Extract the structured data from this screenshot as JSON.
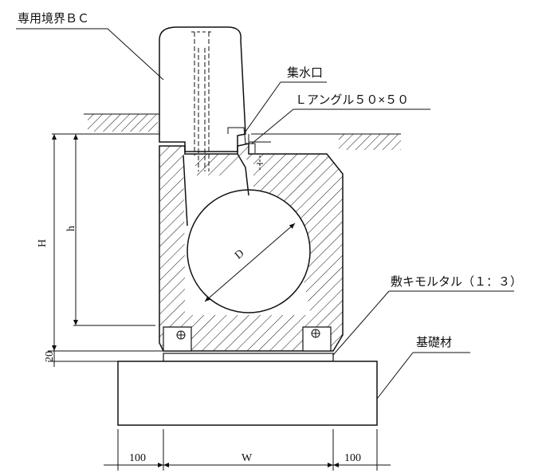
{
  "labels": {
    "boundary_bc": "専用境界ＢＣ",
    "water_inlet": "集水口",
    "angle": "Ｌアングル５０×５０",
    "mortar": "敷キモルタル（１：３）",
    "base": "基礎材"
  },
  "dimensions": {
    "H": "H",
    "h": "h",
    "D": "D",
    "W": "W",
    "left_100": "100",
    "right_100": "100",
    "gap_20": "20"
  }
}
